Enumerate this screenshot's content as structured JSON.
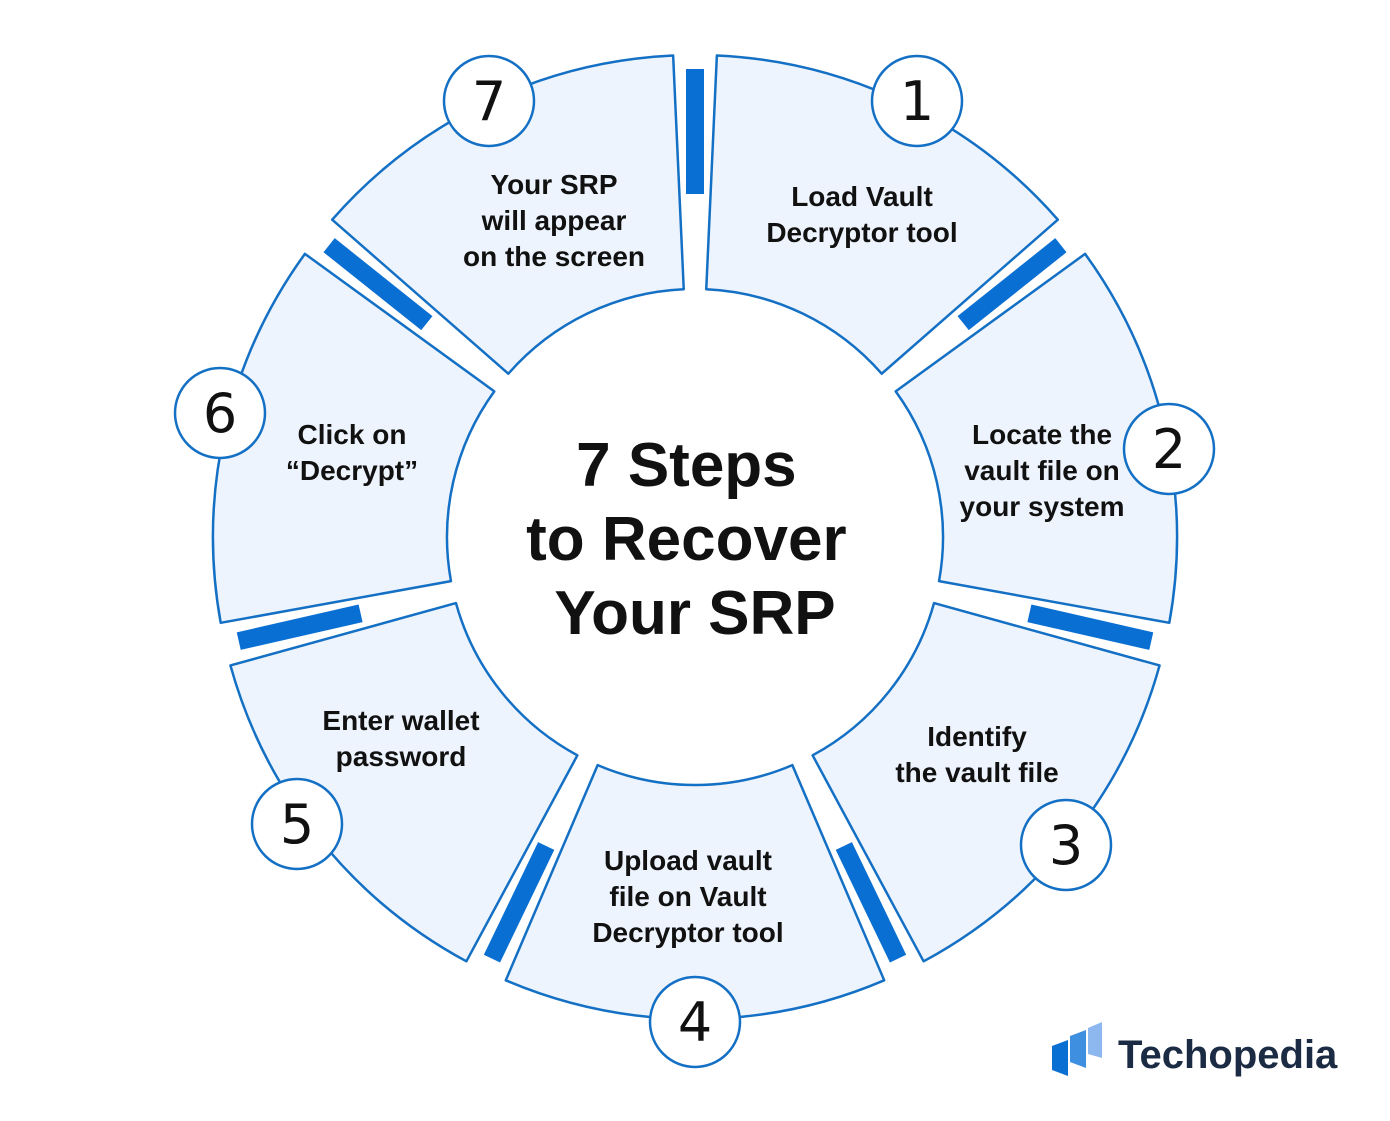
{
  "title_lines": [
    "7 Steps",
    "to Recover",
    "Your SRP"
  ],
  "steps": [
    {
      "number": "1",
      "lines": [
        "Load Vault",
        "Decryptor tool"
      ]
    },
    {
      "number": "2",
      "lines": [
        "Locate the",
        "vault file on",
        "your system"
      ]
    },
    {
      "number": "3",
      "lines": [
        "Identify",
        "the vault file"
      ]
    },
    {
      "number": "4",
      "lines": [
        "Upload vault",
        "file on Vault",
        "Decryptor tool"
      ]
    },
    {
      "number": "5",
      "lines": [
        "Enter wallet",
        "password"
      ]
    },
    {
      "number": "6",
      "lines": [
        "Click on",
        "“Decrypt”"
      ]
    },
    {
      "number": "7",
      "lines": [
        "Your SRP",
        "will appear",
        "on the screen"
      ]
    }
  ],
  "brand": {
    "name": "Techopedia",
    "icon": "techopedia-logo-icon"
  },
  "colors": {
    "segment_fill": "#eef4fd",
    "segment_stroke": "#1470c4",
    "connector": "#0a6fd2",
    "text": "#111111",
    "brand_text": "#1b2b44"
  }
}
